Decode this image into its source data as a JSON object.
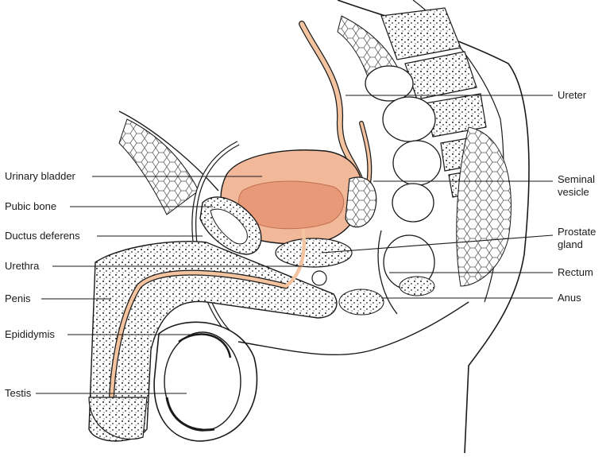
{
  "labels_left": [
    {
      "id": "urinary-bladder",
      "text": "Urinary bladder"
    },
    {
      "id": "pubic-bone",
      "text": "Pubic bone"
    },
    {
      "id": "ductus-deferens",
      "text": "Ductus deferens"
    },
    {
      "id": "urethra",
      "text": "Urethra"
    },
    {
      "id": "penis",
      "text": "Penis"
    },
    {
      "id": "epididymis",
      "text": "Epididymis"
    },
    {
      "id": "testis",
      "text": "Testis"
    }
  ],
  "labels_right": [
    {
      "id": "ureter",
      "text": "Ureter"
    },
    {
      "id": "seminal-vesicle",
      "text": "Seminal\nvesicle"
    },
    {
      "id": "prostate-gland",
      "text": "Prostate\ngland"
    },
    {
      "id": "rectum",
      "text": "Rectum"
    },
    {
      "id": "anus",
      "text": "Anus"
    }
  ],
  "colors": {
    "line": "#1a1a1a",
    "bladder_fill": "#f2b89a",
    "bladder_inner": "#e89a78",
    "tube": "#f4c39f",
    "tissue": "#f6f6f6"
  }
}
